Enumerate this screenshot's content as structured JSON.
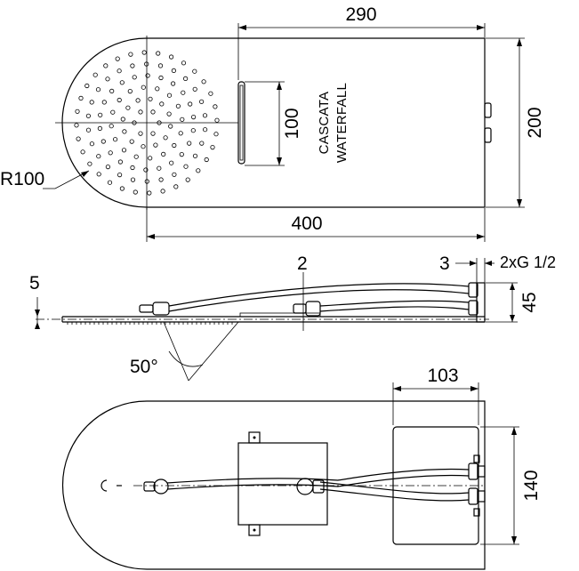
{
  "top_view": {
    "dim_length_top": "290",
    "dim_height_right": "200",
    "dim_length_bottom": "400",
    "dim_radius": "R100",
    "dim_waterfall_height": "100",
    "label_line1": "CASCATA",
    "label_line2": "WATERFALL"
  },
  "side_view": {
    "dim_thickness": "5",
    "dim_gap": "2",
    "dim_offset": "3",
    "dim_connection": "2xG 1/2",
    "dim_height": "45",
    "dim_angle": "50°"
  },
  "bottom_view": {
    "dim_box_width": "103",
    "dim_box_height": "140"
  }
}
